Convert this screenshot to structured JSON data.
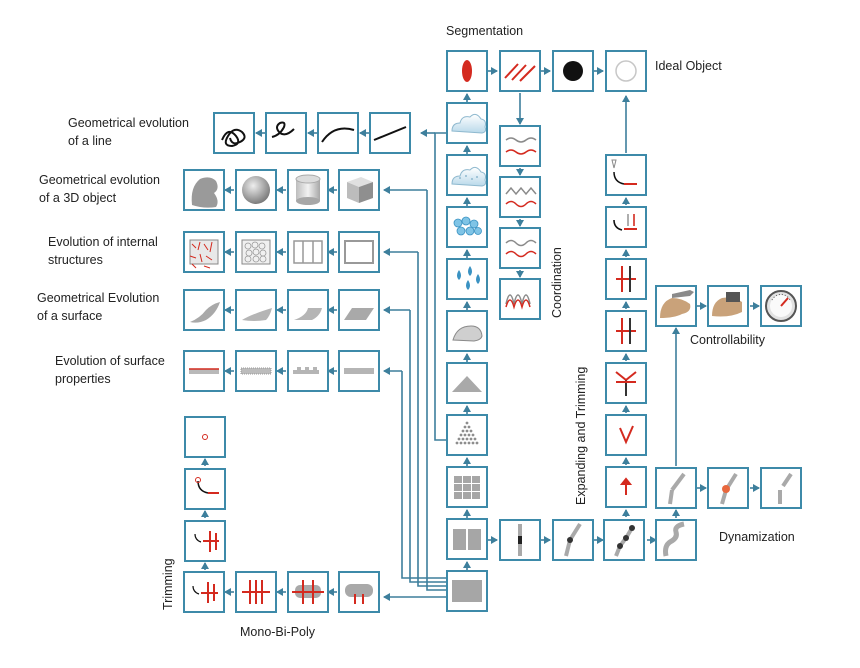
{
  "labels": {
    "segmentation": "Segmentation",
    "ideal_object": "Ideal Object",
    "geo_line": "Geometrical evolution\nof a line",
    "geo_3d": "Geometrical evolution\nof a 3D object",
    "internal": "Evolution of internal\nstructures",
    "surface": "Geometrical Evolution\nof a surface",
    "surface_props": "Evolution of surface\nproperties",
    "coordination": "Coordination",
    "expanding": "Expanding and Trimming",
    "controllability": "Controllability",
    "dynamization": "Dynamization",
    "trimming": "Trimming",
    "mono_bi_poly": "Mono-Bi-Poly"
  },
  "colors": {
    "box_border": "#3d8aa9",
    "arrow": "#3d7f9c",
    "accent_red": "#d42a1f",
    "gray": "#9a9a9a"
  }
}
